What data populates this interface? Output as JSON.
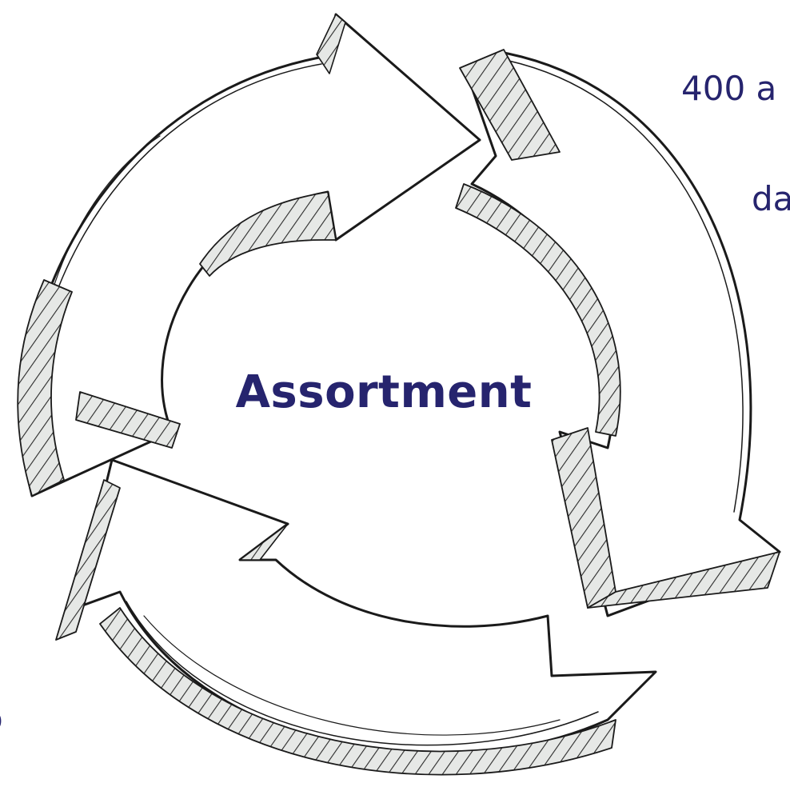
{
  "diagram": {
    "center_label": "Assortment",
    "cropped_texts": {
      "top_right_line1": "400 a",
      "top_right_line2": "da",
      "bottom_left": "o"
    },
    "colors": {
      "text": "#26246e",
      "stroke": "#1a1a1a",
      "band_fill": "#e6e8e6"
    }
  }
}
